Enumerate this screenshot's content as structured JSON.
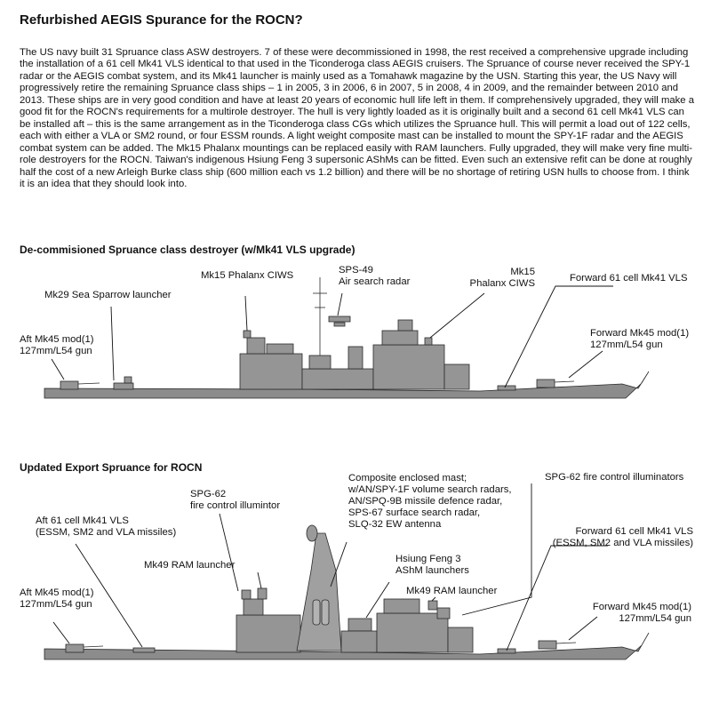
{
  "title": "Refurbished AEGIS Spurance for the ROCN?",
  "intro": "The US navy built 31 Spruance class ASW destroyers. 7 of these were decommissioned in 1998, the rest received a comprehensive upgrade including the installation of a 61 cell Mk41 VLS identical to that used in the Ticonderoga class AEGIS cruisers. The Spruance of course never received the SPY-1 radar or the AEGIS combat system, and its Mk41 launcher is mainly used as a Tomahawk magazine by the USN. Starting this year, the US Navy will progressively retire the remaining Spruance class ships – 1 in 2005, 3 in 2006, 6 in 2007, 5 in 2008, 4 in 2009, and the remainder between 2010 and 2013. These ships are in very good condition and have at least 20 years of economic hull life left in them. If comprehensively upgraded, they will make a good fit for the ROCN's requirements for a multirole destroyer. The hull is very lightly loaded as it is originally built and a second 61 cell Mk41 VLS can be installed aft – this is the same arrangement as in the Ticonderoga class CGs which utilizes the Spruance hull. This will permit a load out of 122 cells, each with either a VLA or SM2 round, or four ESSM rounds. A light weight composite mast can be installed to mount the SPY-1F radar and the AEGIS combat system can be added. The Mk15 Phalanx mountings can be replaced easily with RAM launchers. Fully upgraded, they will make very fine multi-role destroyers for the ROCN. Taiwan's indigenous Hsiung Feng 3 supersonic AShMs can be fitted. Even such an extensive refit can be done at roughly half the cost of a new Arleigh Burke class ship (600 million each vs 1.2 billion) and there will be no shortage of retiring USN hulls to choose from. I think it is an idea that they should look into.",
  "section1": {
    "title": "De-commisioned Spruance class destroyer (w/Mk41 VLS upgrade)",
    "labels": {
      "sea_sparrow": "Mk29 Sea Sparrow launcher",
      "aft_gun_1": "Aft Mk45 mod(1)",
      "aft_gun_2": "127mm/L54 gun",
      "phalanx_aft": "Mk15 Phalanx CIWS",
      "sps49_1": "SPS-49",
      "sps49_2": "Air search radar",
      "phalanx_fwd_1": "Mk15",
      "phalanx_fwd_2": "Phalanx CIWS",
      "fwd_vls": "Forward 61 cell Mk41 VLS",
      "fwd_gun_1": "Forward Mk45 mod(1)",
      "fwd_gun_2": "127mm/L54 gun"
    }
  },
  "section2": {
    "title": "Updated Export Spruance for ROCN",
    "labels": {
      "spg62_aft_1": "SPG-62",
      "spg62_aft_2": "fire control illumintor",
      "aft_vls_1": "Aft 61 cell Mk41 VLS",
      "aft_vls_2": "(ESSM, SM2 and VLA missiles)",
      "ram_aft": "Mk49 RAM launcher",
      "aft_gun_1": "Aft Mk45 mod(1)",
      "aft_gun_2": "127mm/L54 gun",
      "mast_1": "Composite enclosed mast;",
      "mast_2": "w/AN/SPY-1F volume search radars,",
      "mast_3": "AN/SPQ-9B missile defence radar,",
      "mast_4": "SPS-67 surface search radar,",
      "mast_5": "SLQ-32 EW antenna",
      "hf3_1": "Hsiung Feng 3",
      "hf3_2": "AShM launchers",
      "ram_fwd": "Mk49 RAM launcher",
      "spg62_fwd": "SPG-62 fire control illuminators",
      "fwd_vls_1": "Forward 61 cell Mk41 VLS",
      "fwd_vls_2": "(ESSM, SM2 and VLA missiles)",
      "fwd_gun_1": "Forward Mk45 mod(1)",
      "fwd_gun_2": "127mm/L54 gun"
    }
  },
  "colors": {
    "hull": "#8e8e8e",
    "superstructure": "#9a9a9a",
    "outline": "#2a2a2a",
    "text": "#111111"
  }
}
